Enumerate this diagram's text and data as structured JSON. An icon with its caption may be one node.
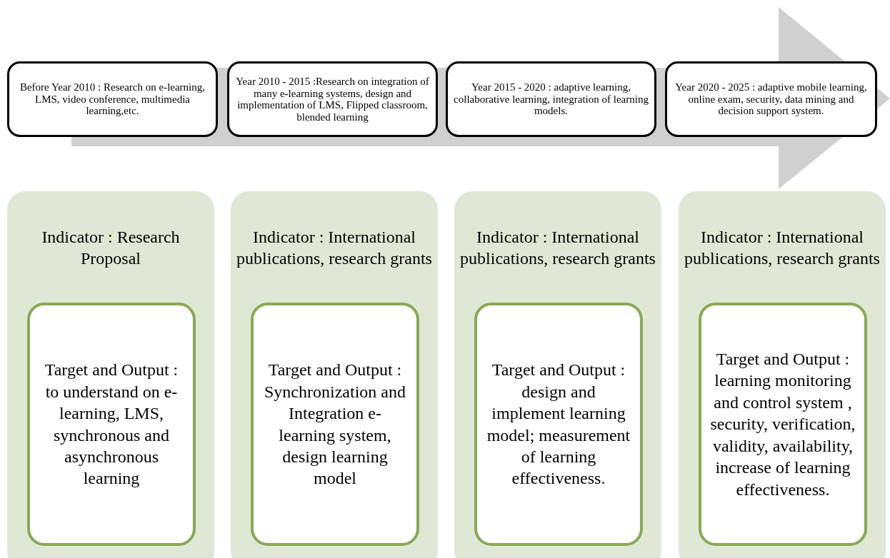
{
  "diagram": {
    "nodes": [
      {
        "text": [
          "Before Year 2010 : Research on e-learning, LMS, video conference, multimedia learning,etc."
        ]
      },
      {
        "text": [
          "Year 2010 - 2015 :Research on integration of many e-learning systems, design and implementation of LMS, Flipped classroom, blended learning"
        ]
      },
      {
        "text": [
          "Year 2015 - 2020 : adaptive learning, collaborative learning, integration of learning models."
        ]
      },
      {
        "text": [
          "Year 2020 - 2025 : adaptive mobile learning, online exam, security, data mining and decision support system."
        ]
      },
      {
        "text": [
          "Indicator : Research Proposal"
        ]
      },
      {
        "text": [
          "Target and Output : to understand on e-learning, LMS, synchronous and asynchronous learning"
        ],
        "in": 4
      },
      {
        "text": [
          "Indicator : International publications, research grants"
        ]
      },
      {
        "text": [
          "Target and Output : Synchronization and Integration e-learning system, design learning model"
        ],
        "in": 6
      },
      {
        "text": [
          "Indicator : International publications, research grants"
        ]
      },
      {
        "text": [
          "Target and Output : design and implement learning model; measurement of learning effectiveness."
        ],
        "in": 8
      },
      {
        "text": [
          "Indicator : International publications, research grants"
        ]
      },
      {
        "text": [
          "Target and Output : learning monitoring and control system , security, verification, validity, availability, increase of learning effectiveness."
        ],
        "in": 10
      }
    ]
  }
}
